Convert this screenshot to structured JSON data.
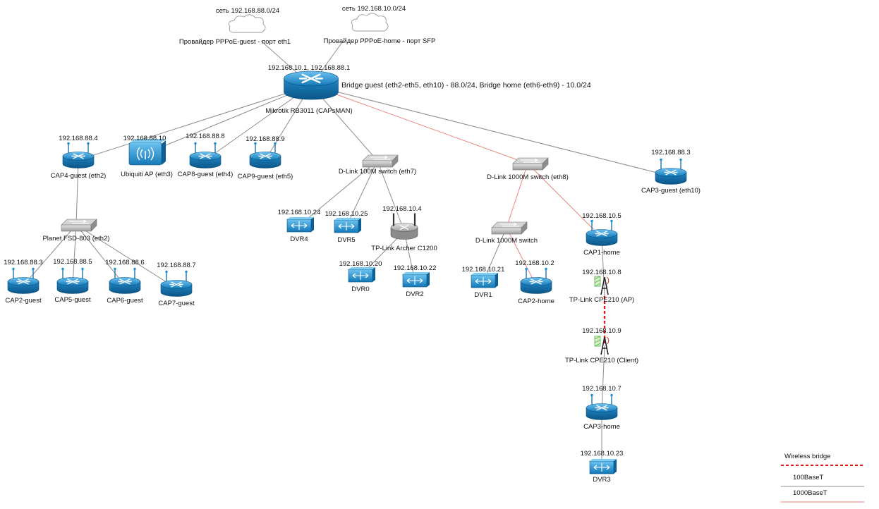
{
  "title": "",
  "colors": {
    "link_100": "#8c8c8c",
    "link_1000": "#e8877f",
    "wireless": "#e01818",
    "device_blue": "#1d8fd6",
    "device_dark": "#0b5f96",
    "switch_gray": "#b5b5b5"
  },
  "clouds": [
    {
      "id": "cloud-guest",
      "net": "сеть 192.168.88.0/24",
      "label": "Провайдер PPPoE-guest - порт eth1"
    },
    {
      "id": "cloud-home",
      "net": "сеть 192.168.10.0/24",
      "label": "Провайдер PPPoE-home - порт SFP"
    }
  ],
  "nodes": [
    {
      "id": "mikrotik",
      "type": "core-router",
      "ip": "192.168.10.1, 192.168.88.1",
      "label": "Mikrotik RB3011 (CAPsMAN)",
      "note": "Bridge guest (eth2-eth5, eth10) - 88.0/24, Bridge home (eth6-eth9) - 10.0/24"
    },
    {
      "id": "cap4",
      "type": "wifi-router",
      "ip": "192.168.88.4",
      "label": "CAP4-guest (eth2)"
    },
    {
      "id": "ubiquiti",
      "type": "access-point",
      "ip": "192.168.88.10",
      "label": "Ubiquiti AP (eth3)"
    },
    {
      "id": "cap8",
      "type": "wifi-router",
      "ip": "192.168.88.8",
      "label": "CAP8-guest (eth4)"
    },
    {
      "id": "cap9",
      "type": "wifi-router",
      "ip": "192.168.88.9",
      "label": "CAP9-guest (eth5)"
    },
    {
      "id": "dlink100",
      "type": "switch",
      "ip": "",
      "label": "D-Link 100M switch (eth7)"
    },
    {
      "id": "dlink1000a",
      "type": "switch",
      "ip": "",
      "label": "D-Link 1000M switch (eth8)"
    },
    {
      "id": "cap3guest",
      "type": "wifi-router",
      "ip": "192.168.88.3",
      "label": "CAP3-guest (eth10)"
    },
    {
      "id": "planet",
      "type": "switch",
      "ip": "",
      "label": "Planet FSD-803 (eth2)"
    },
    {
      "id": "cap2guest",
      "type": "wifi-router",
      "ip": "192.168.88.3",
      "label": "CAP2-guest"
    },
    {
      "id": "cap5guest",
      "type": "wifi-router",
      "ip": "192.168.88.5",
      "label": "CAP5-guest"
    },
    {
      "id": "cap6guest",
      "type": "wifi-router",
      "ip": "192.168.88.6",
      "label": "CAP6-guest"
    },
    {
      "id": "cap7guest",
      "type": "wifi-router",
      "ip": "192.168.88.7",
      "label": "CAP7-guest"
    },
    {
      "id": "dvr4",
      "type": "dvr",
      "ip": "192.168.10.24",
      "label": "DVR4"
    },
    {
      "id": "dvr5",
      "type": "dvr",
      "ip": "192.168.10.25",
      "label": "DVR5"
    },
    {
      "id": "archer",
      "type": "home-router",
      "ip": "192.168.10.4",
      "label": "TP-Link Archer C1200"
    },
    {
      "id": "dvr0",
      "type": "dvr",
      "ip": "192.168.10.20",
      "label": "DVR0"
    },
    {
      "id": "dvr2",
      "type": "dvr",
      "ip": "192.168.10.22",
      "label": "DVR2"
    },
    {
      "id": "dlink1000b",
      "type": "switch",
      "ip": "",
      "label": "D-Link 1000M switch"
    },
    {
      "id": "dvr1",
      "type": "dvr",
      "ip": "192.168.10.21",
      "label": "DVR1"
    },
    {
      "id": "cap2home",
      "type": "wifi-router",
      "ip": "192.168.10.2",
      "label": "CAP2-home"
    },
    {
      "id": "cap1home",
      "type": "wifi-router",
      "ip": "192.168.10.5",
      "label": "CAP1-home"
    },
    {
      "id": "cpe_ap",
      "type": "cpe",
      "ip": "192.168.10.8",
      "label": "TP-Link CPE210 (AP)"
    },
    {
      "id": "cpe_client",
      "type": "cpe",
      "ip": "192.168.10.9",
      "label": "TP-Link CPE210 (Client)"
    },
    {
      "id": "cap3home",
      "type": "wifi-router",
      "ip": "192.168.10.7",
      "label": "CAP3-home"
    },
    {
      "id": "dvr3",
      "type": "dvr",
      "ip": "192.168.10.23",
      "label": "DVR3"
    }
  ],
  "links": [
    {
      "from": "cloud-guest",
      "to": "mikrotik",
      "kind": "100"
    },
    {
      "from": "cloud-home",
      "to": "mikrotik",
      "kind": "100"
    },
    {
      "from": "mikrotik",
      "to": "cap4",
      "kind": "100"
    },
    {
      "from": "mikrotik",
      "to": "ubiquiti",
      "kind": "100"
    },
    {
      "from": "mikrotik",
      "to": "cap8",
      "kind": "100"
    },
    {
      "from": "mikrotik",
      "to": "cap9",
      "kind": "100"
    },
    {
      "from": "mikrotik",
      "to": "dlink100",
      "kind": "100"
    },
    {
      "from": "mikrotik",
      "to": "dlink1000a",
      "kind": "1000"
    },
    {
      "from": "mikrotik",
      "to": "cap3guest",
      "kind": "100"
    },
    {
      "from": "cap4",
      "to": "planet",
      "kind": "100"
    },
    {
      "from": "planet",
      "to": "cap2guest",
      "kind": "100"
    },
    {
      "from": "planet",
      "to": "cap5guest",
      "kind": "100"
    },
    {
      "from": "planet",
      "to": "cap6guest",
      "kind": "100"
    },
    {
      "from": "planet",
      "to": "cap7guest",
      "kind": "100"
    },
    {
      "from": "dlink100",
      "to": "dvr4",
      "kind": "100"
    },
    {
      "from": "dlink100",
      "to": "dvr5",
      "kind": "100"
    },
    {
      "from": "dlink100",
      "to": "archer",
      "kind": "100"
    },
    {
      "from": "archer",
      "to": "dvr0",
      "kind": "100"
    },
    {
      "from": "archer",
      "to": "dvr2",
      "kind": "100"
    },
    {
      "from": "dlink1000a",
      "to": "dlink1000b",
      "kind": "1000"
    },
    {
      "from": "dlink1000a",
      "to": "cap1home",
      "kind": "1000"
    },
    {
      "from": "dlink1000b",
      "to": "dvr1",
      "kind": "100"
    },
    {
      "from": "dlink1000b",
      "to": "cap2home",
      "kind": "1000"
    },
    {
      "from": "cap1home",
      "to": "cpe_ap",
      "kind": "100"
    },
    {
      "from": "cpe_ap",
      "to": "cpe_client",
      "kind": "wireless"
    },
    {
      "from": "cpe_client",
      "to": "cap3home",
      "kind": "100"
    },
    {
      "from": "cap3home",
      "to": "dvr3",
      "kind": "100"
    }
  ],
  "legend": [
    {
      "kind": "wireless",
      "label": "Wireless bridge"
    },
    {
      "kind": "100",
      "label": "100BaseT"
    },
    {
      "kind": "1000",
      "label": "1000BaseT"
    }
  ]
}
